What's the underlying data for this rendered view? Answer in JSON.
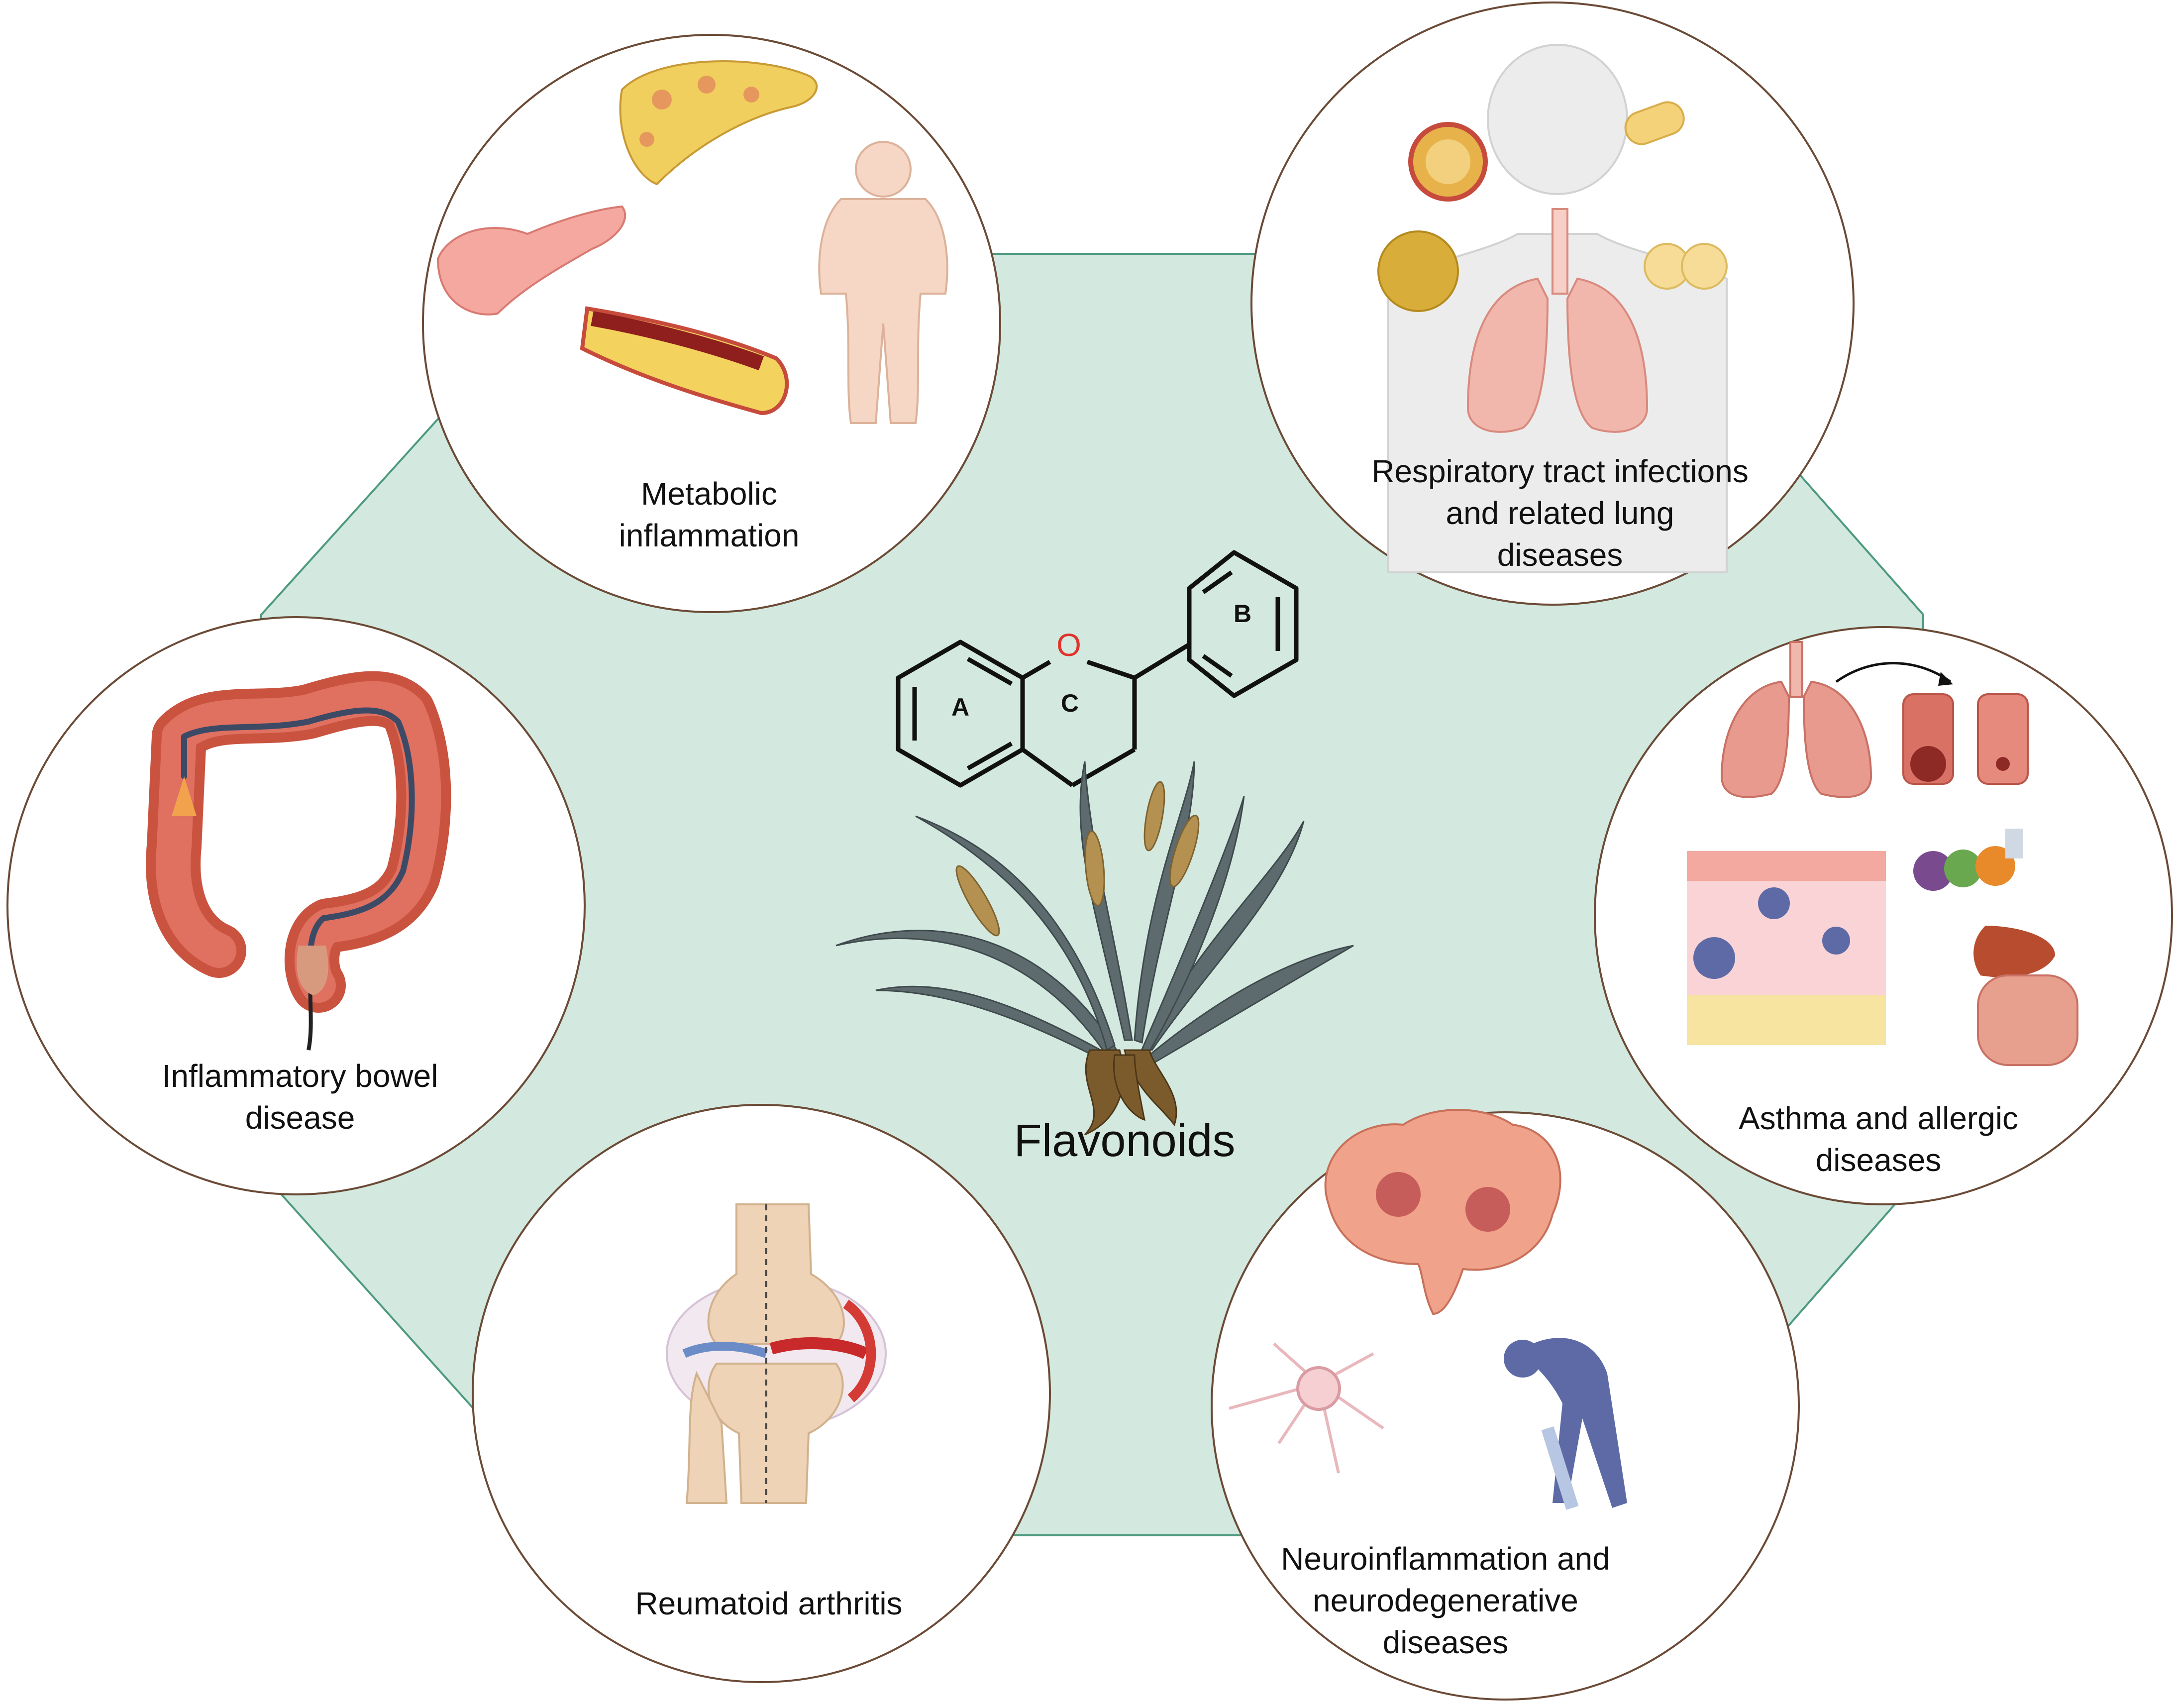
{
  "center": {
    "title": "Flavonoids",
    "ring_labels": [
      "A",
      "C",
      "B"
    ],
    "oxygen_label": "O"
  },
  "panels": [
    {
      "id": "metabolic",
      "lines": [
        "Metabolic",
        "inflammation"
      ]
    },
    {
      "id": "respiratory",
      "lines": [
        "Respiratory tract infections",
        "and related lung",
        "diseases"
      ]
    },
    {
      "id": "ibd",
      "lines": [
        "Inflammatory bowel",
        "disease"
      ]
    },
    {
      "id": "asthma",
      "lines": [
        "Asthma and allergic",
        "diseases"
      ]
    },
    {
      "id": "arthritis",
      "lines": [
        "Reumatoid arthritis"
      ]
    },
    {
      "id": "neuro",
      "lines": [
        "Neuroinflammation and",
        "neurodegenerative",
        "diseases"
      ]
    }
  ],
  "colors": {
    "hexagon_fill": "#d3e9df",
    "hexagon_stroke": "#4e9a80",
    "circle_stroke": "#6b4a36",
    "oxygen": "#e0332b"
  }
}
